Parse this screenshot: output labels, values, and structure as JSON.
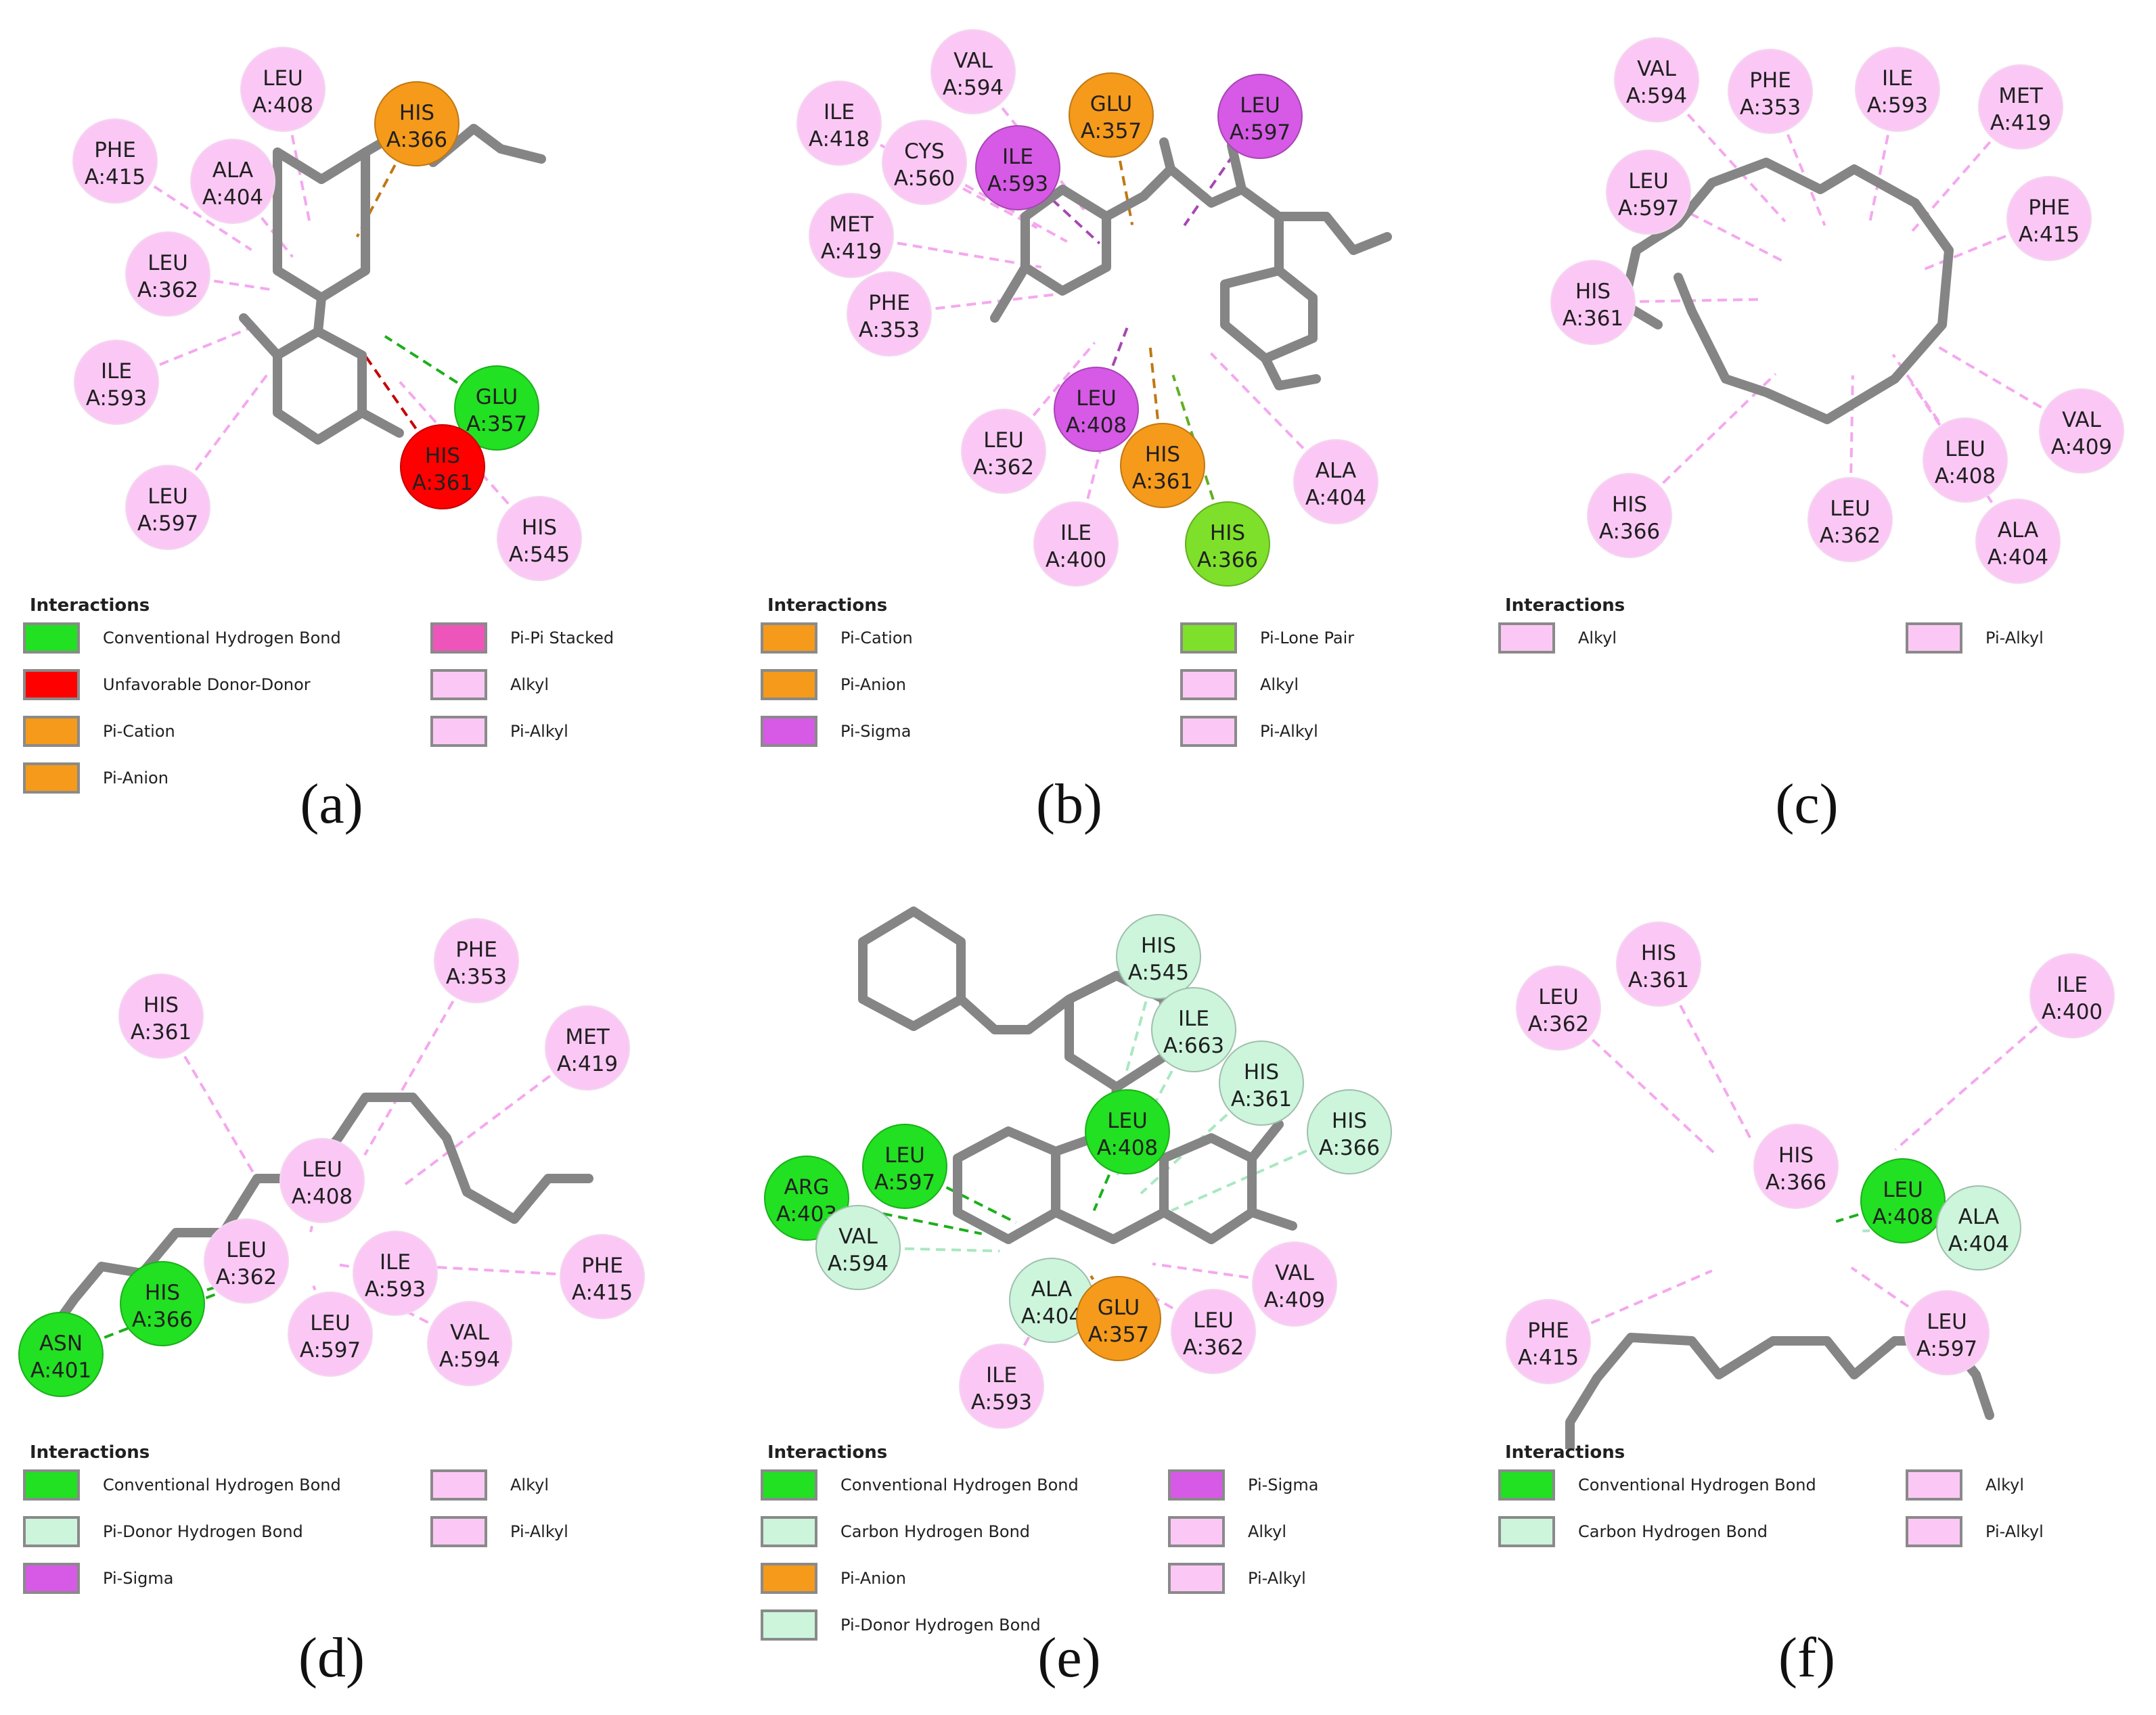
{
  "legend_title": "Interactions",
  "colors": {
    "Conventional Hydrogen Bond": "#22e022",
    "Unfavorable Donor-Donor": "#ff0000",
    "Pi-Cation": "#f59a1a",
    "Pi-Anion": "#f59a1a",
    "Pi-Pi Stacked": "#ee55bb",
    "Alkyl": "#fbc8f5",
    "Pi-Alkyl": "#fbc8f5",
    "Pi-Lone Pair": "#7ee02a",
    "Pi-Sigma": "#d65ae6",
    "Pi-Donor Hydrogen Bond": "#ccf5dc",
    "Carbon Hydrogen Bond": "#ccf5dc"
  },
  "panels": [
    {
      "caption": "(a)",
      "legend": [
        "Conventional Hydrogen Bond",
        "Unfavorable Donor-Donor",
        "Pi-Cation",
        "Pi-Anion",
        "Pi-Pi Stacked",
        "Alkyl",
        "Pi-Alkyl"
      ],
      "residues": [
        {
          "name": "LEU",
          "num": "A:408",
          "type": "Alkyl"
        },
        {
          "name": "HIS",
          "num": "A:366",
          "type": "Pi-Cation"
        },
        {
          "name": "PHE",
          "num": "A:415",
          "type": "Alkyl"
        },
        {
          "name": "ALA",
          "num": "A:404",
          "type": "Alkyl"
        },
        {
          "name": "LEU",
          "num": "A:362",
          "type": "Alkyl"
        },
        {
          "name": "ILE",
          "num": "A:593",
          "type": "Alkyl"
        },
        {
          "name": "GLU",
          "num": "A:357",
          "type": "Conventional Hydrogen Bond"
        },
        {
          "name": "HIS",
          "num": "A:361",
          "type": "Unfavorable Donor-Donor"
        },
        {
          "name": "LEU",
          "num": "A:597",
          "type": "Alkyl"
        },
        {
          "name": "HIS",
          "num": "A:545",
          "type": "Alkyl"
        }
      ]
    },
    {
      "caption": "(b)",
      "legend": [
        "Pi-Cation",
        "Pi-Anion",
        "Pi-Sigma",
        "Pi-Lone Pair",
        "Alkyl",
        "Pi-Alkyl"
      ],
      "residues": [
        {
          "name": "VAL",
          "num": "A:594",
          "type": "Alkyl"
        },
        {
          "name": "GLU",
          "num": "A:357",
          "type": "Pi-Anion"
        },
        {
          "name": "LEU",
          "num": "A:597",
          "type": "Pi-Sigma"
        },
        {
          "name": "ILE",
          "num": "A:418",
          "type": "Alkyl"
        },
        {
          "name": "CYS",
          "num": "A:560",
          "type": "Alkyl"
        },
        {
          "name": "ILE",
          "num": "A:593",
          "type": "Pi-Sigma"
        },
        {
          "name": "MET",
          "num": "A:419",
          "type": "Alkyl"
        },
        {
          "name": "PHE",
          "num": "A:353",
          "type": "Alkyl"
        },
        {
          "name": "LEU",
          "num": "A:408",
          "type": "Pi-Sigma"
        },
        {
          "name": "LEU",
          "num": "A:362",
          "type": "Alkyl"
        },
        {
          "name": "HIS",
          "num": "A:361",
          "type": "Pi-Cation"
        },
        {
          "name": "ALA",
          "num": "A:404",
          "type": "Alkyl"
        },
        {
          "name": "ILE",
          "num": "A:400",
          "type": "Alkyl"
        },
        {
          "name": "HIS",
          "num": "A:366",
          "type": "Pi-Lone Pair"
        }
      ]
    },
    {
      "caption": "(c)",
      "legend": [
        "Alkyl",
        "Pi-Alkyl"
      ],
      "residues": [
        {
          "name": "VAL",
          "num": "A:594",
          "type": "Alkyl"
        },
        {
          "name": "PHE",
          "num": "A:353",
          "type": "Alkyl"
        },
        {
          "name": "ILE",
          "num": "A:593",
          "type": "Alkyl"
        },
        {
          "name": "MET",
          "num": "A:419",
          "type": "Alkyl"
        },
        {
          "name": "LEU",
          "num": "A:597",
          "type": "Alkyl"
        },
        {
          "name": "PHE",
          "num": "A:415",
          "type": "Alkyl"
        },
        {
          "name": "HIS",
          "num": "A:361",
          "type": "Alkyl"
        },
        {
          "name": "VAL",
          "num": "A:409",
          "type": "Alkyl"
        },
        {
          "name": "LEU",
          "num": "A:408",
          "type": "Alkyl"
        },
        {
          "name": "HIS",
          "num": "A:366",
          "type": "Alkyl"
        },
        {
          "name": "LEU",
          "num": "A:362",
          "type": "Alkyl"
        },
        {
          "name": "ALA",
          "num": "A:404",
          "type": "Alkyl"
        }
      ]
    },
    {
      "caption": "(d)",
      "legend": [
        "Conventional Hydrogen Bond",
        "Pi-Donor Hydrogen Bond",
        "Pi-Sigma",
        "Alkyl",
        "Pi-Alkyl"
      ],
      "residues": [
        {
          "name": "PHE",
          "num": "A:353",
          "type": "Alkyl"
        },
        {
          "name": "HIS",
          "num": "A:361",
          "type": "Alkyl"
        },
        {
          "name": "MET",
          "num": "A:419",
          "type": "Alkyl"
        },
        {
          "name": "LEU",
          "num": "A:408",
          "type": "Alkyl"
        },
        {
          "name": "LEU",
          "num": "A:362",
          "type": "Alkyl"
        },
        {
          "name": "ILE",
          "num": "A:593",
          "type": "Alkyl"
        },
        {
          "name": "PHE",
          "num": "A:415",
          "type": "Alkyl"
        },
        {
          "name": "HIS",
          "num": "A:366",
          "type": "Conventional Hydrogen Bond"
        },
        {
          "name": "LEU",
          "num": "A:597",
          "type": "Alkyl"
        },
        {
          "name": "VAL",
          "num": "A:594",
          "type": "Alkyl"
        },
        {
          "name": "ASN",
          "num": "A:401",
          "type": "Conventional Hydrogen Bond"
        }
      ]
    },
    {
      "caption": "(e)",
      "legend": [
        "Conventional Hydrogen Bond",
        "Carbon Hydrogen Bond",
        "Pi-Anion",
        "Pi-Donor Hydrogen Bond",
        "Pi-Sigma",
        "Alkyl",
        "Pi-Alkyl"
      ],
      "residues": [
        {
          "name": "HIS",
          "num": "A:545",
          "type": "Carbon Hydrogen Bond"
        },
        {
          "name": "ILE",
          "num": "A:663",
          "type": "Carbon Hydrogen Bond"
        },
        {
          "name": "HIS",
          "num": "A:361",
          "type": "Carbon Hydrogen Bond"
        },
        {
          "name": "LEU",
          "num": "A:408",
          "type": "Conventional Hydrogen Bond"
        },
        {
          "name": "HIS",
          "num": "A:366",
          "type": "Carbon Hydrogen Bond"
        },
        {
          "name": "LEU",
          "num": "A:597",
          "type": "Conventional Hydrogen Bond"
        },
        {
          "name": "ARG",
          "num": "A:403",
          "type": "Conventional Hydrogen Bond"
        },
        {
          "name": "VAL",
          "num": "A:594",
          "type": "Carbon Hydrogen Bond"
        },
        {
          "name": "ALA",
          "num": "A:404",
          "type": "Carbon Hydrogen Bond"
        },
        {
          "name": "GLU",
          "num": "A:357",
          "type": "Pi-Anion"
        },
        {
          "name": "VAL",
          "num": "A:409",
          "type": "Alkyl"
        },
        {
          "name": "LEU",
          "num": "A:362",
          "type": "Alkyl"
        },
        {
          "name": "ILE",
          "num": "A:593",
          "type": "Alkyl"
        }
      ]
    },
    {
      "caption": "(f)",
      "legend": [
        "Conventional Hydrogen Bond",
        "Carbon Hydrogen Bond",
        "Alkyl",
        "Pi-Alkyl"
      ],
      "residues": [
        {
          "name": "HIS",
          "num": "A:361",
          "type": "Alkyl"
        },
        {
          "name": "ILE",
          "num": "A:400",
          "type": "Alkyl"
        },
        {
          "name": "LEU",
          "num": "A:362",
          "type": "Alkyl"
        },
        {
          "name": "HIS",
          "num": "A:366",
          "type": "Alkyl"
        },
        {
          "name": "LEU",
          "num": "A:408",
          "type": "Conventional Hydrogen Bond"
        },
        {
          "name": "ALA",
          "num": "A:404",
          "type": "Carbon Hydrogen Bond"
        },
        {
          "name": "PHE",
          "num": "A:415",
          "type": "Alkyl"
        },
        {
          "name": "LEU",
          "num": "A:597",
          "type": "Alkyl"
        }
      ]
    }
  ]
}
